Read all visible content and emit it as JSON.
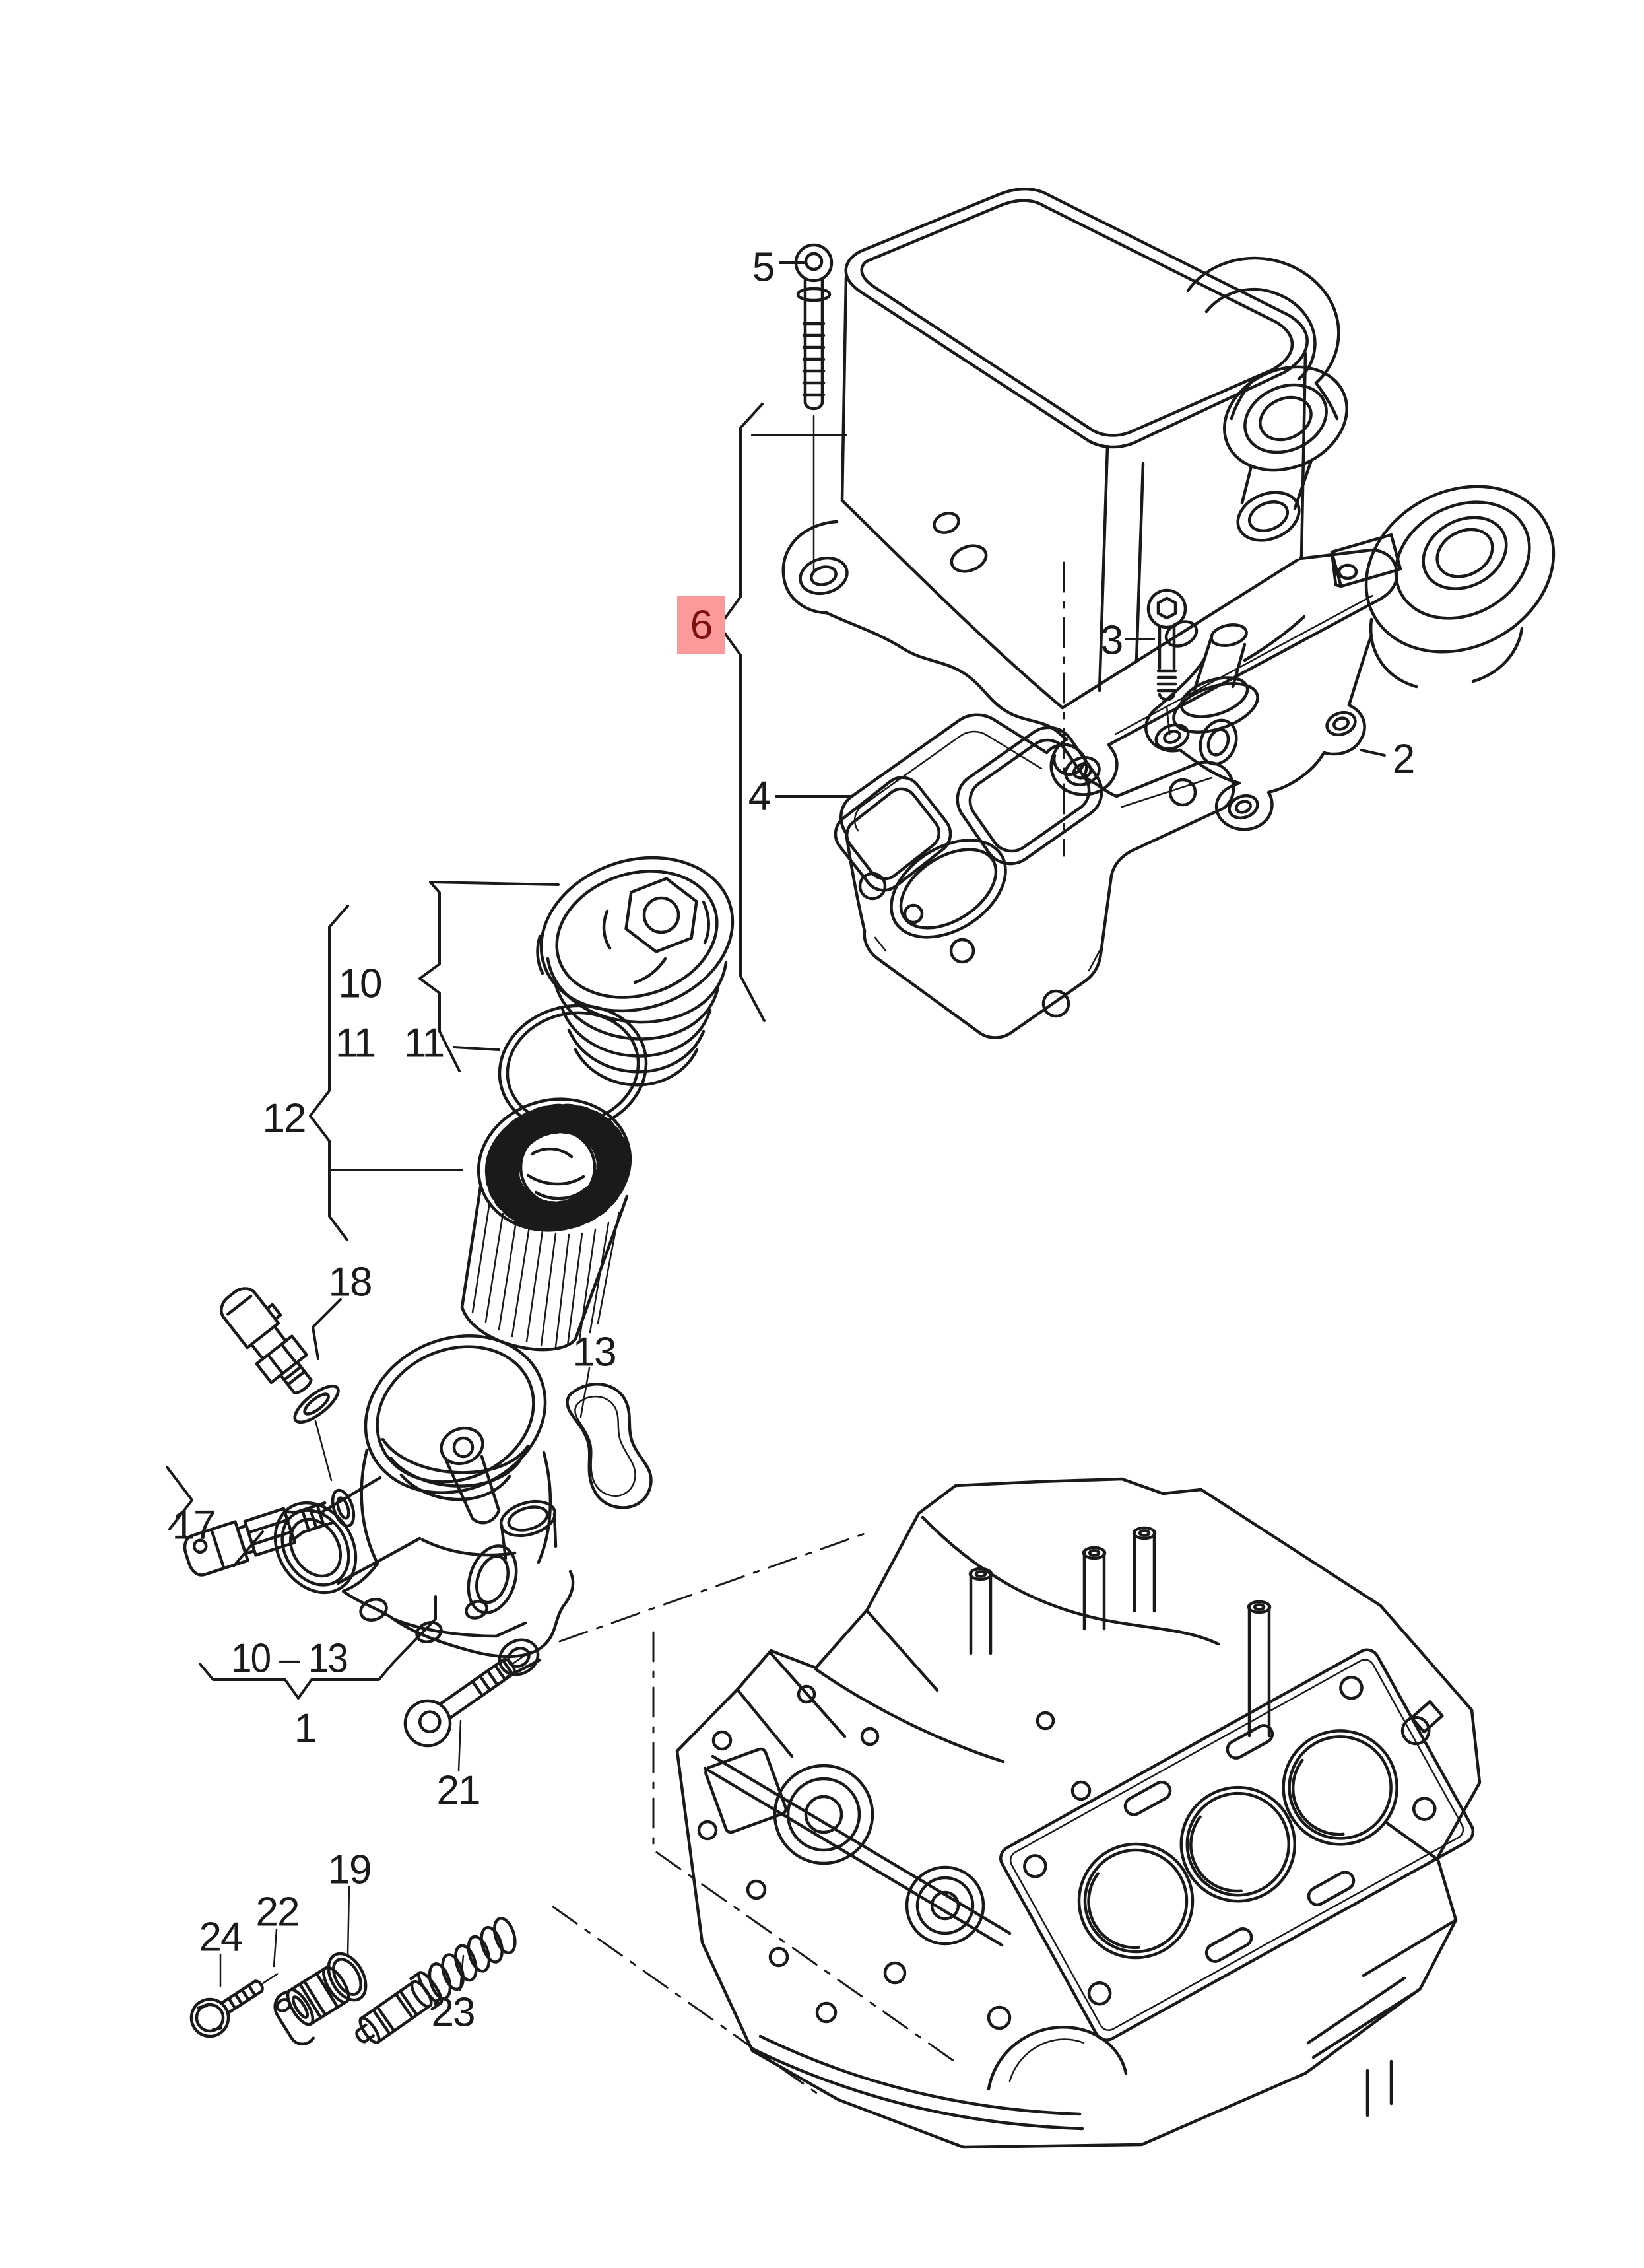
{
  "diagram": {
    "kind": "exploded-parts-diagram",
    "colors": {
      "line": "#1a1a1a",
      "background": "#ffffff",
      "highlight_bg": "#fb9a9a",
      "highlight_text": "#7d0f0f"
    },
    "figures": [
      "oil-cooler",
      "oil-cooler-seal-bolt",
      "cooler-mounting-bracket",
      "cooler-gasket",
      "oil-filter-cap",
      "cap-o-ring",
      "filter-element",
      "oil-temperature-sensor",
      "oil-pressure-sensor",
      "small-gasket",
      "oil-filter-housing",
      "housing-bolt",
      "pressure-relief-valve",
      "valve-o-ring",
      "valve-retainer",
      "retainer-bolt",
      "engine-block"
    ],
    "callouts": [
      {
        "text": "5",
        "highlighted": false
      },
      {
        "text": "6",
        "highlighted": true
      },
      {
        "text": "3",
        "highlighted": false
      },
      {
        "text": "2",
        "highlighted": false
      },
      {
        "text": "4",
        "highlighted": false
      },
      {
        "text": "10",
        "highlighted": false
      },
      {
        "text": "11",
        "highlighted": false
      },
      {
        "text": "11",
        "highlighted": false
      },
      {
        "text": "12",
        "highlighted": false
      },
      {
        "text": "18",
        "highlighted": false
      },
      {
        "text": "13",
        "highlighted": false
      },
      {
        "text": "17",
        "highlighted": false
      },
      {
        "text": "10 – 13",
        "highlighted": false
      },
      {
        "text": "1",
        "highlighted": false
      },
      {
        "text": "21",
        "highlighted": false
      },
      {
        "text": "19",
        "highlighted": false
      },
      {
        "text": "22",
        "highlighted": false
      },
      {
        "text": "24",
        "highlighted": false
      },
      {
        "text": "23",
        "highlighted": false
      }
    ]
  }
}
